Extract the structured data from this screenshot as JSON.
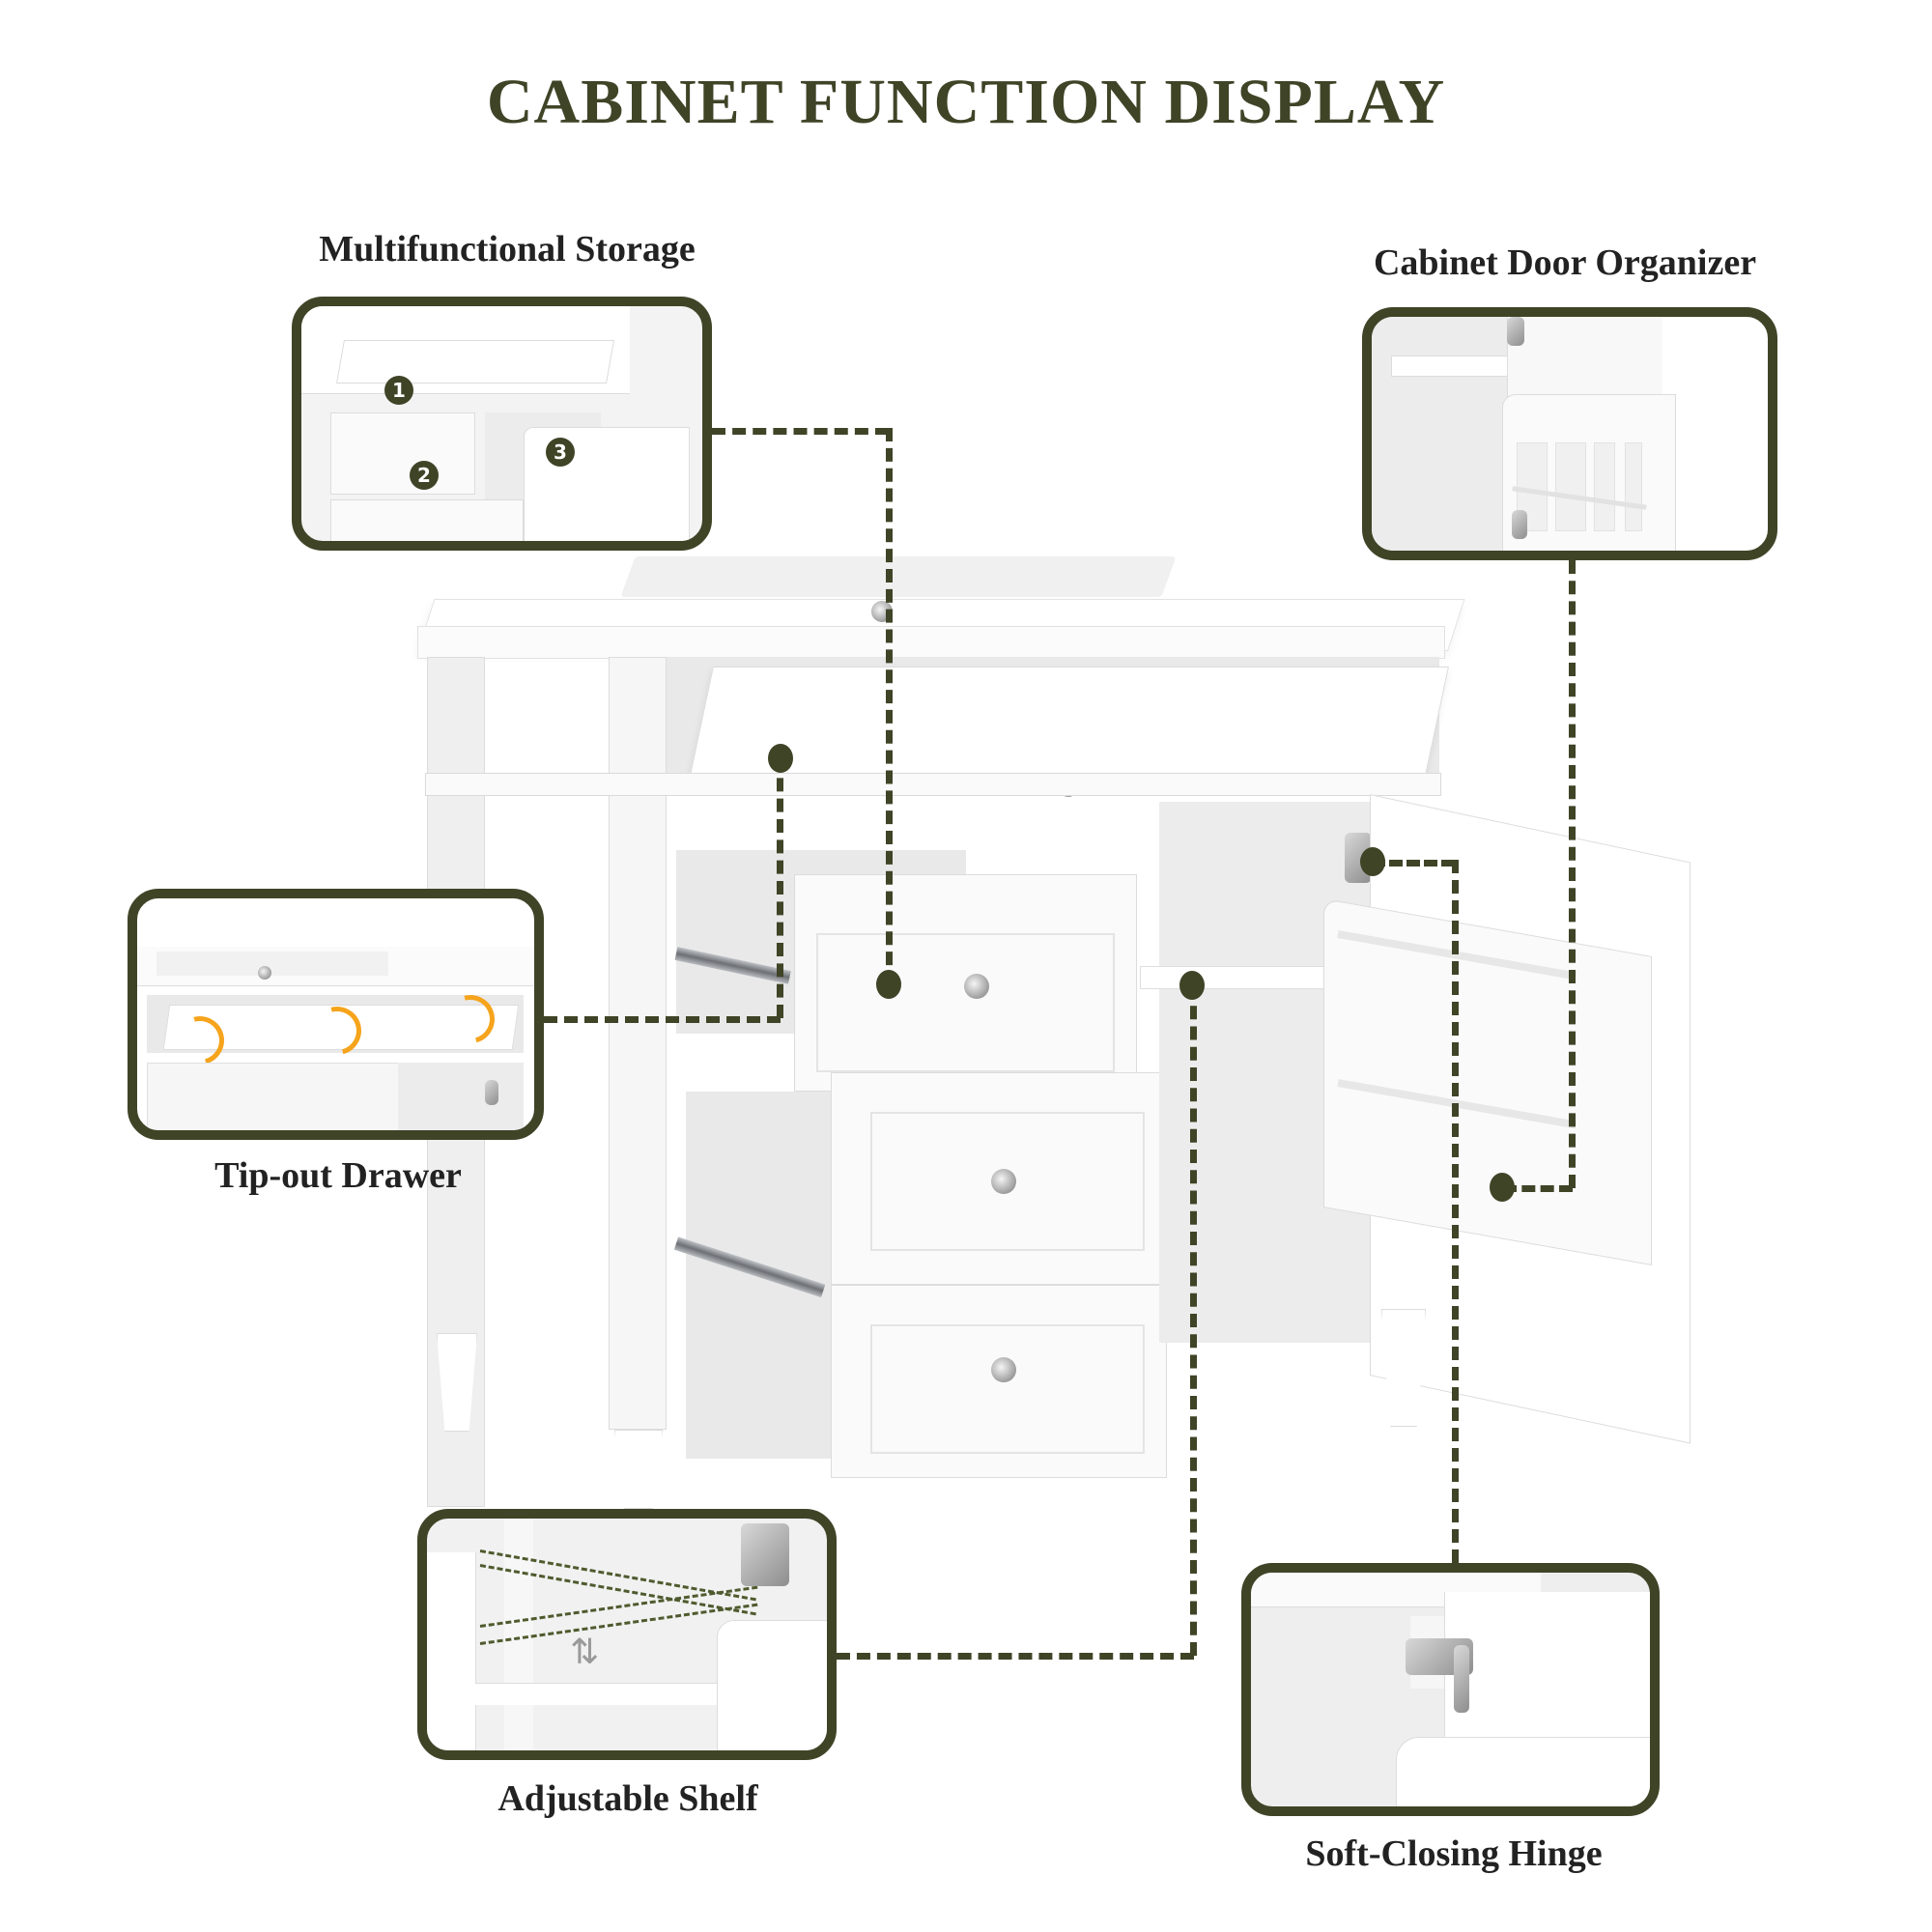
{
  "title": "CABINET FUNCTION DISPLAY",
  "colors": {
    "accent": "#3f4427",
    "label_text": "#222222",
    "highlight_arc": "#f5a41c",
    "cabinet_white": "#f6f6f6"
  },
  "callouts": [
    {
      "id": "multifunctional-storage",
      "label": "Multifunctional Storage",
      "markers": [
        "1",
        "2",
        "3"
      ]
    },
    {
      "id": "cabinet-door-organizer",
      "label": "Cabinet Door Organizer"
    },
    {
      "id": "tip-out-drawer",
      "label": "Tip-out Drawer"
    },
    {
      "id": "adjustable-shelf",
      "label": "Adjustable Shelf",
      "icon": "up-down-arrows-icon"
    },
    {
      "id": "soft-closing-hinge",
      "label": "Soft-Closing Hinge"
    }
  ]
}
